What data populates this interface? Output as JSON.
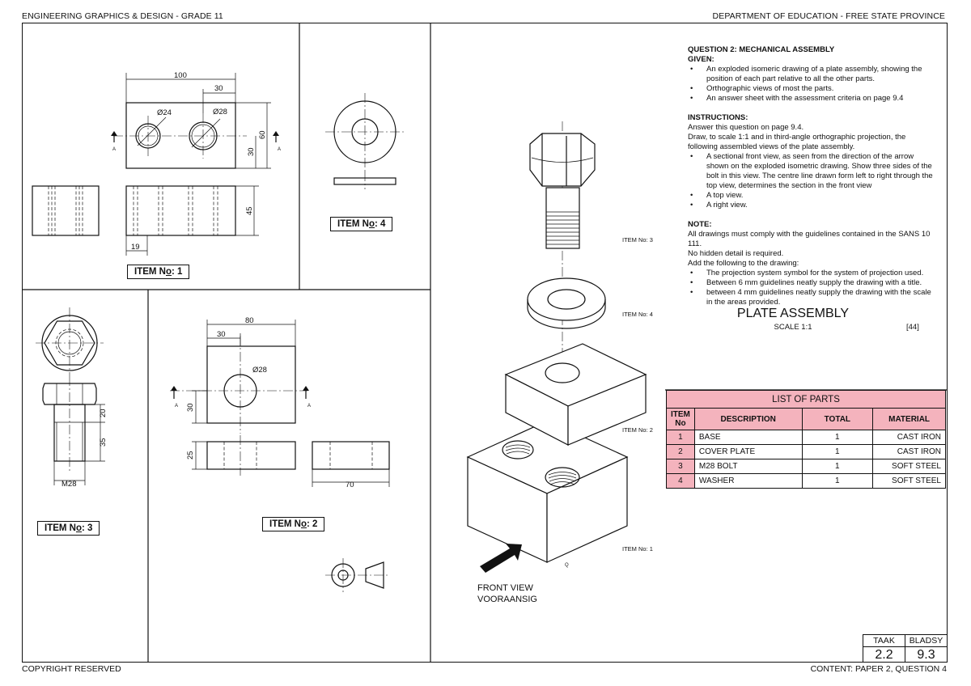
{
  "header": {
    "left": "ENGINEERING GRAPHICS & DESIGN - GRADE 11",
    "right": "DEPARTMENT OF EDUCATION - FREE STATE PROVINCE"
  },
  "footer": {
    "left": "COPYRIGHT RESERVED",
    "right": "CONTENT: PAPER 2, QUESTION 4"
  },
  "items": {
    "item1": {
      "label_prefix": "ITEM N",
      "label_o": "o",
      "label_suffix": ": 1"
    },
    "item2": {
      "label_prefix": "ITEM N",
      "label_o": "o",
      "label_suffix": ": 2"
    },
    "item3": {
      "label_prefix": "ITEM N",
      "label_o": "o",
      "label_suffix": ": 3"
    },
    "item4": {
      "label_prefix": "ITEM N",
      "label_o": "o",
      "label_suffix": ": 4"
    }
  },
  "dims": {
    "item1": {
      "d100": "100",
      "d30": "30",
      "dia24": "Ø24",
      "dia28": "Ø28",
      "d60": "60",
      "d30v": "30",
      "d45": "45",
      "d19": "19",
      "secA": "A"
    },
    "item2": {
      "d80": "80",
      "d30": "30",
      "dia28": "Ø28",
      "d30v": "30",
      "d25": "25",
      "d70": "70",
      "secA": "A"
    },
    "item3": {
      "d20": "20",
      "d35": "35",
      "m28": "M28"
    }
  },
  "iso_labels": {
    "item3": "ITEM No: 3",
    "item4": "ITEM No: 4",
    "item2": "ITEM No: 2",
    "item1": "ITEM No: 1",
    "q": "Q"
  },
  "question": {
    "title": "QUESTION 2: MECHANICAL ASSEMBLY",
    "given_heading": "GIVEN:",
    "given": [
      "An exploded isomeric drawing of a plate assembly, showing the position of each part relative to all the other parts.",
      "Orthographic views of most the parts.",
      "An answer sheet with the assessment criteria on page 9.4"
    ],
    "instructions_heading": "INSTRUCTIONS:",
    "instructions_lines": [
      "Answer this question on page 9.4.",
      "Draw, to scale 1:1 and in third-angle orthographic projection, the following assembled views of the plate assembly."
    ],
    "instructions": [
      "A sectional front view, as seen from the direction of the arrow shown on the exploded isometric drawing.  Show three sides of the bolt in this view.  The centre line drawn form left to right through the top view, determines the section in the front view",
      "A top view.",
      "A right view."
    ],
    "note_heading": "NOTE:",
    "note_lines": [
      "All drawings must comply with the guidelines contained in the SANS 10 111.",
      "No hidden detail is required.",
      "Add the following to the drawing:"
    ],
    "notes": [
      "The projection system symbol for the system of projection used.",
      "Between 6 mm guidelines neatly supply the drawing with a title.",
      "between 4 mm guidelines neatly supply the drawing with the scale in the areas provided."
    ],
    "plate_title": "PLATE ASSEMBLY",
    "scale": "SCALE 1:1",
    "marks": "[44]"
  },
  "parts_list": {
    "title": "LIST OF PARTS",
    "headers": [
      "ITEM No",
      "DESCRIPTION",
      "TOTAL",
      "MATERIAL"
    ],
    "rows": [
      [
        "1",
        "BASE",
        "1",
        "CAST IRON"
      ],
      [
        "2",
        "COVER PLATE",
        "1",
        "CAST IRON"
      ],
      [
        "3",
        "M28 BOLT",
        "1",
        "SOFT STEEL"
      ],
      [
        "4",
        "WASHER",
        "1",
        "SOFT STEEL"
      ]
    ]
  },
  "front_view": {
    "line1": "FRONT VIEW",
    "line2": "VOORAANSIG"
  },
  "title_block": {
    "taak_label": "TAAK",
    "taak_value": "2.2",
    "bladsy_label": "BLADSY",
    "bladsy_value": "9.3"
  }
}
